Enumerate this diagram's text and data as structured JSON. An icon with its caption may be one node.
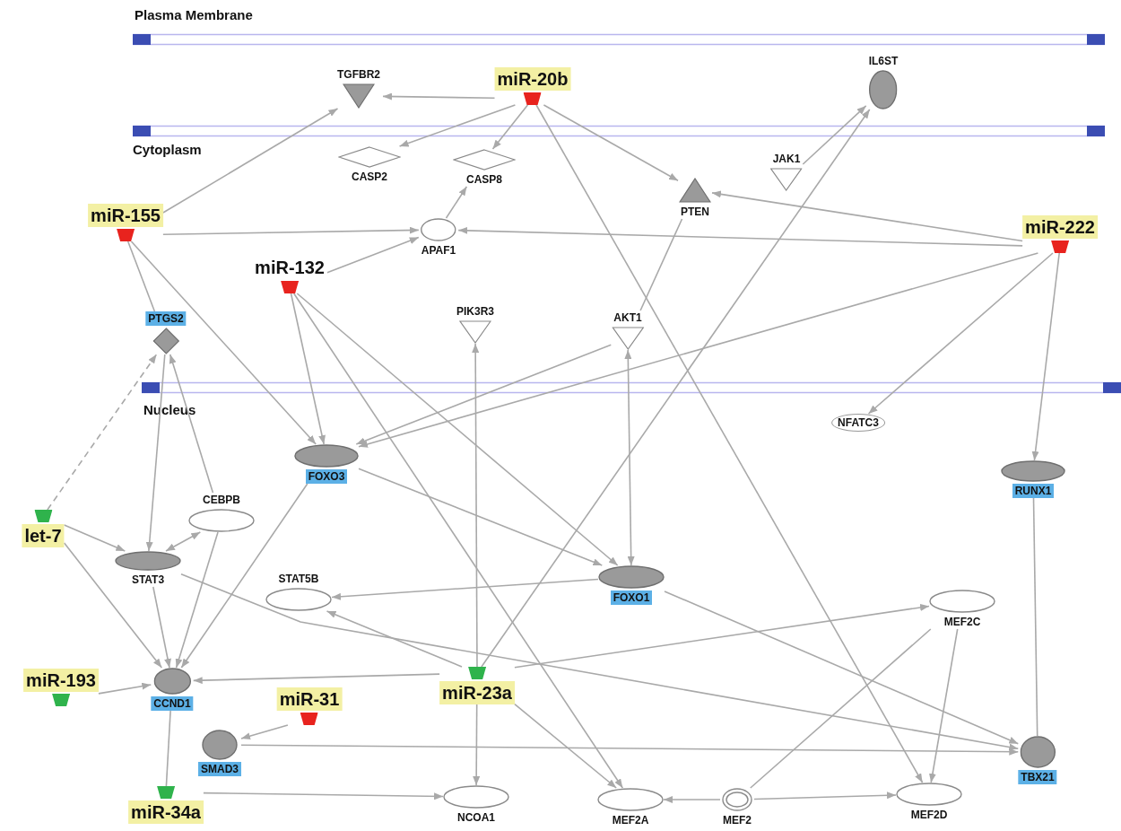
{
  "diagram": {
    "nodes": [
      {
        "text": [
          "TGFBR2"
        ]
      },
      {
        "text": [
          "miR-20b"
        ]
      },
      {
        "text": [
          "IL6ST"
        ]
      },
      {
        "text": [
          "CASP2"
        ]
      },
      {
        "text": [
          "CASP8"
        ]
      },
      {
        "text": [
          "JAK1"
        ]
      },
      {
        "text": [
          "PTEN"
        ]
      },
      {
        "text": [
          "miR-155"
        ]
      },
      {
        "text": [
          "APAF1"
        ]
      },
      {
        "text": [
          "miR-222"
        ]
      },
      {
        "text": [
          "miR-132"
        ]
      },
      {
        "text": [
          "PTGS2"
        ]
      },
      {
        "text": [
          "PIK3R3"
        ]
      },
      {
        "text": [
          "AKT1"
        ]
      },
      {
        "text": [
          "NFATC3"
        ]
      },
      {
        "text": [
          "FOXO3"
        ]
      },
      {
        "text": [
          "RUNX1"
        ]
      },
      {
        "text": [
          "let-7"
        ]
      },
      {
        "text": [
          "CEBPB"
        ]
      },
      {
        "text": [
          "STAT3"
        ]
      },
      {
        "text": [
          "STAT5B"
        ]
      },
      {
        "text": [
          "FOXO1"
        ]
      },
      {
        "text": [
          "MEF2C"
        ]
      },
      {
        "text": [
          "miR-23a"
        ]
      },
      {
        "text": [
          "CCND1"
        ]
      },
      {
        "text": [
          "miR-193"
        ]
      },
      {
        "text": [
          "miR-31"
        ]
      },
      {
        "text": [
          "SMAD3"
        ]
      },
      {
        "text": [
          "TBX21"
        ]
      },
      {
        "text": [
          "miR-34a"
        ]
      },
      {
        "text": [
          "NCOA1"
        ]
      },
      {
        "text": [
          "MEF2A"
        ]
      },
      {
        "text": [
          "MEF2"
        ]
      },
      {
        "text": [
          "MEF2D"
        ]
      }
    ],
    "edges": [
      {
        "from": 1,
        "to": 0,
        "arrow": "to"
      },
      {
        "from": 1,
        "to": 3,
        "arrow": "to"
      },
      {
        "from": 1,
        "to": 4,
        "arrow": "to"
      },
      {
        "from": 1,
        "to": 6,
        "arrow": "to"
      },
      {
        "from": 1,
        "to": 33,
        "arrow": "to"
      },
      {
        "from": 7,
        "to": 0,
        "arrow": "to"
      },
      {
        "from": 7,
        "to": 8,
        "arrow": "to"
      },
      {
        "from": 7,
        "to": 11,
        "arrow": "none"
      },
      {
        "from": 7,
        "to": 15,
        "arrow": "to"
      },
      {
        "from": 8,
        "to": 4,
        "arrow": "to"
      },
      {
        "from": 10,
        "to": 8,
        "arrow": "to"
      },
      {
        "from": 9,
        "to": 8,
        "arrow": "to"
      },
      {
        "from": 9,
        "to": 6,
        "arrow": "to"
      },
      {
        "from": 9,
        "to": 15,
        "arrow": "to"
      },
      {
        "from": 9,
        "to": 14,
        "arrow": "to"
      },
      {
        "from": 9,
        "to": 16,
        "arrow": "to"
      },
      {
        "from": 5,
        "to": 2,
        "arrow": "to"
      },
      {
        "from": 23,
        "to": 2,
        "arrow": "to"
      },
      {
        "from": 6,
        "to": 13,
        "arrow": "none"
      },
      {
        "from": 13,
        "to": 15,
        "arrow": "to"
      },
      {
        "from": 13,
        "to": 21,
        "arrow": "both"
      },
      {
        "from": 23,
        "to": 12,
        "arrow": "to"
      },
      {
        "from": 23,
        "to": 30,
        "arrow": "to"
      },
      {
        "from": 23,
        "to": 31,
        "arrow": "to"
      },
      {
        "from": 23,
        "to": 24,
        "arrow": "to"
      },
      {
        "from": 23,
        "to": 22,
        "arrow": "to"
      },
      {
        "from": 23,
        "to": 20,
        "arrow": "to"
      },
      {
        "from": 10,
        "to": 15,
        "arrow": "to"
      },
      {
        "from": 10,
        "to": 21,
        "arrow": "to"
      },
      {
        "from": 10,
        "to": 31,
        "arrow": "to"
      },
      {
        "from": 15,
        "to": 21,
        "arrow": "to"
      },
      {
        "from": 15,
        "to": 24,
        "arrow": "to"
      },
      {
        "from": 21,
        "to": 20,
        "arrow": "to"
      },
      {
        "from": 21,
        "to": 28,
        "arrow": "to"
      },
      {
        "from": 19,
        "to": 28,
        "arrow": "to"
      },
      {
        "from": 27,
        "to": 28,
        "arrow": "to"
      },
      {
        "from": 16,
        "to": 28,
        "arrow": "none"
      },
      {
        "from": 32,
        "to": 31,
        "arrow": "to"
      },
      {
        "from": 32,
        "to": 33,
        "arrow": "to"
      },
      {
        "from": 32,
        "to": 22,
        "arrow": "none"
      },
      {
        "from": 22,
        "to": 33,
        "arrow": "to"
      },
      {
        "from": 29,
        "to": 30,
        "arrow": "to"
      },
      {
        "from": 24,
        "to": 29,
        "arrow": "none"
      },
      {
        "from": 26,
        "to": 27,
        "arrow": "to"
      },
      {
        "from": 25,
        "to": 24,
        "arrow": "to"
      },
      {
        "from": 17,
        "to": 24,
        "arrow": "to"
      },
      {
        "from": 17,
        "to": 19,
        "arrow": "to"
      },
      {
        "from": 17,
        "to": 11,
        "arrow": "to",
        "style": "dashed"
      },
      {
        "from": 19,
        "to": 18,
        "arrow": "both"
      },
      {
        "from": 19,
        "to": 24,
        "arrow": "to"
      },
      {
        "from": 18,
        "to": 24,
        "arrow": "to"
      },
      {
        "from": 11,
        "to": 19,
        "arrow": "to"
      },
      {
        "from": 18,
        "to": 11,
        "arrow": "to"
      }
    ],
    "labels": [
      "Plasma Membrane",
      "Cytoplasm",
      "Nucleus"
    ]
  }
}
